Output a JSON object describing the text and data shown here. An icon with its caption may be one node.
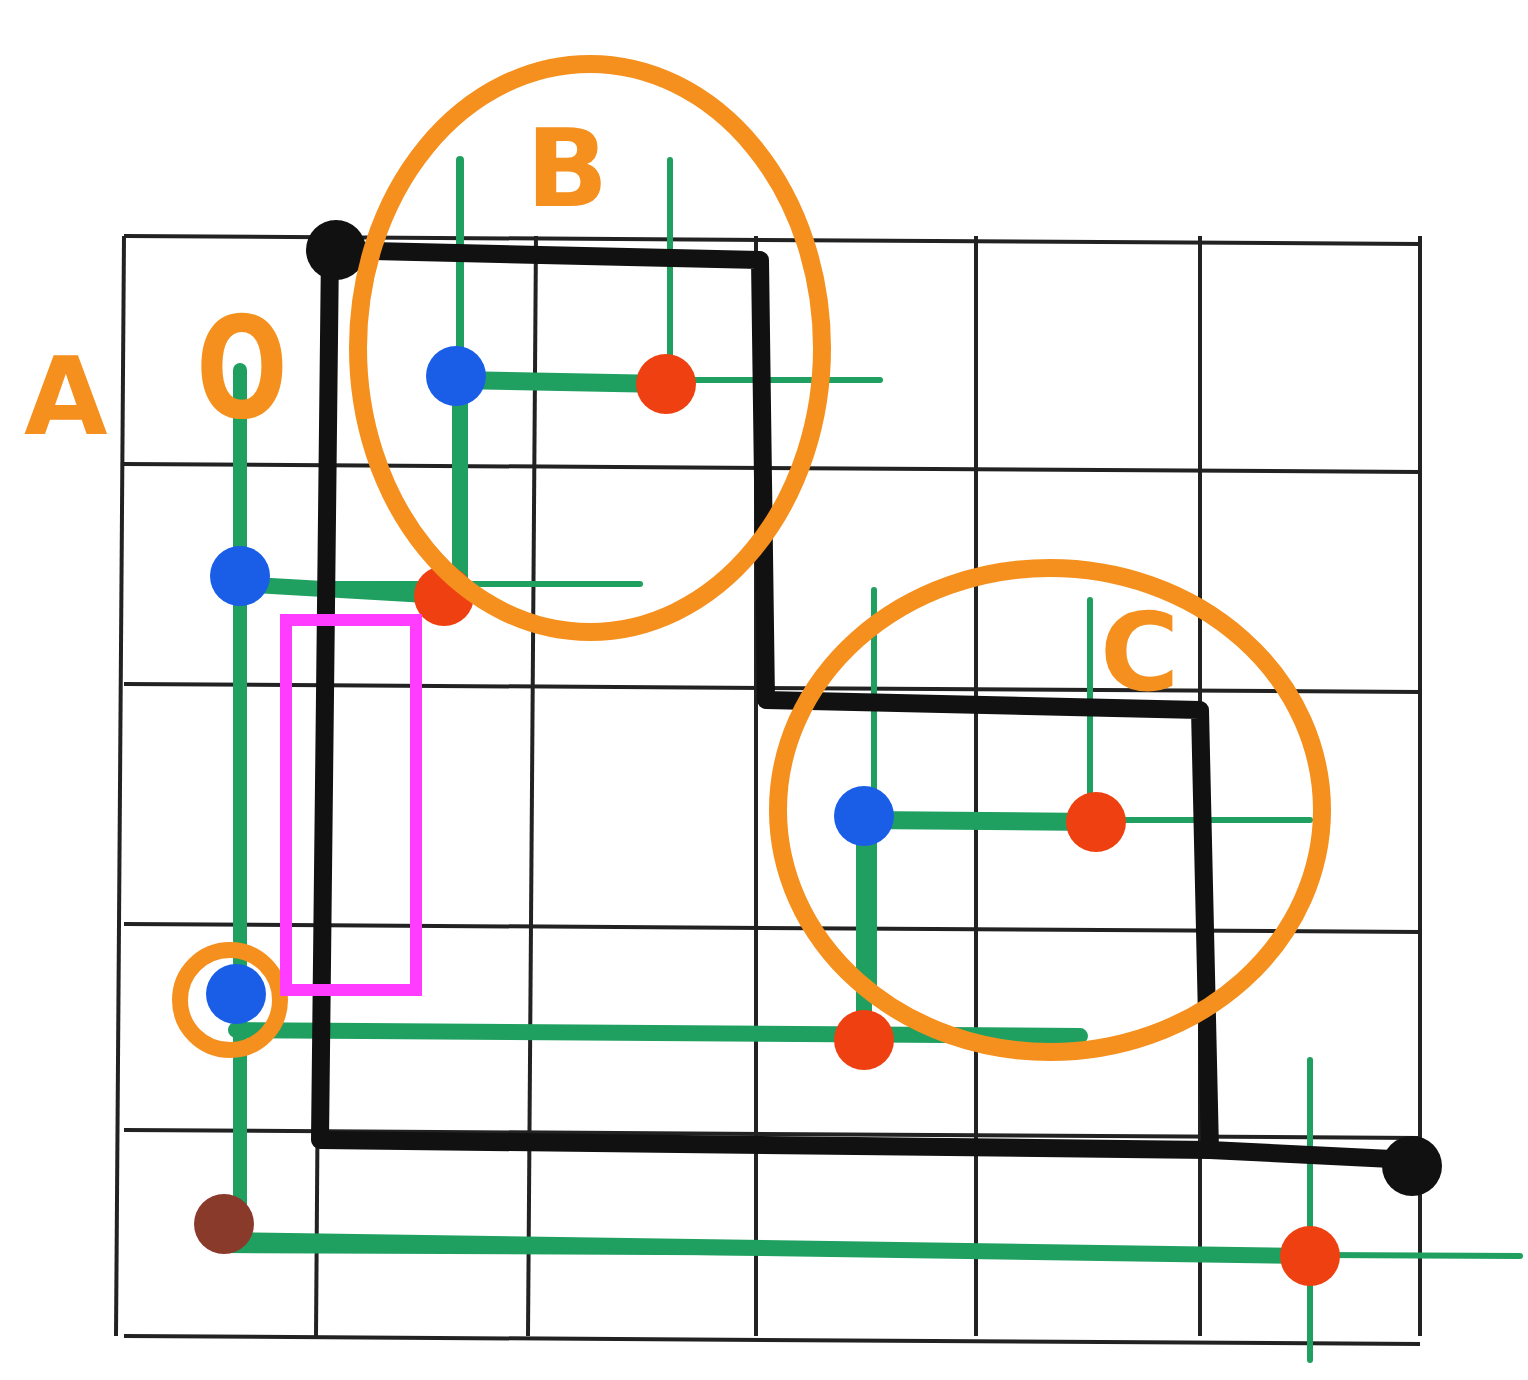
{
  "diagram": {
    "nodes": [
      {
        "text": [
          "B"
        ]
      },
      {
        "text": [
          "C"
        ]
      }
    ],
    "labels": [
      "A",
      "O"
    ]
  }
}
